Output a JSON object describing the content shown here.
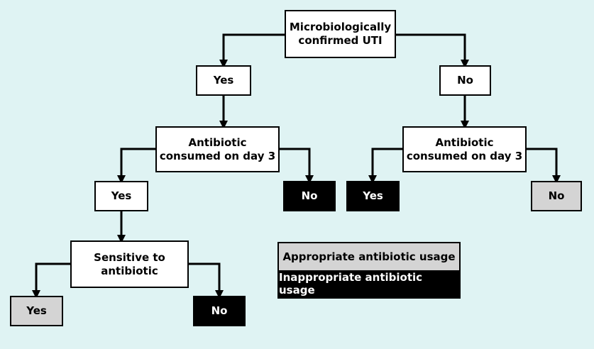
{
  "nodes": {
    "root": "Microbiologically\nconfirmed UTI",
    "yes_uti": "Yes",
    "no_uti": "No",
    "antibiotic_day3_left": "Antibiotic\nconsumed on day 3",
    "antibiotic_day3_right": "Antibiotic\nconsumed on day 3",
    "yes_left_abx": "Yes",
    "no_left_abx": "No",
    "yes_right_abx": "Yes",
    "no_right_abx": "No",
    "sensitive": "Sensitive to\nantibiotic",
    "yes_sensitive": "Yes",
    "no_sensitive": "No"
  },
  "legend": {
    "appropriate": "Appropriate antibiotic usage",
    "inappropriate": "Inappropriate antibiotic usage"
  },
  "colors": {
    "background": "#dff3f3",
    "appropriate": "#d4d4d4",
    "inappropriate": "#000000",
    "neutral": "#ffffff"
  }
}
